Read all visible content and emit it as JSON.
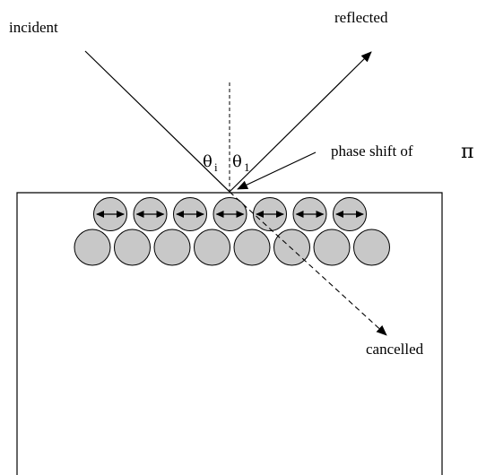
{
  "labels": {
    "incident": "incident",
    "reflected": "reflected",
    "phase_shift": "phase shift of",
    "pi_symbol": "π",
    "cancelled": "cancelled",
    "theta_symbol": "θ",
    "theta_incident_subscript": "i",
    "theta_reflected_subscript": "1"
  },
  "particles": {
    "top_row_count": 7,
    "bottom_row_count": 8,
    "fill_color": "#c8c8c8",
    "top_row_arrow": "double-headed horizontal"
  },
  "colors": {
    "lines": "#000000",
    "background": "#ffffff"
  }
}
